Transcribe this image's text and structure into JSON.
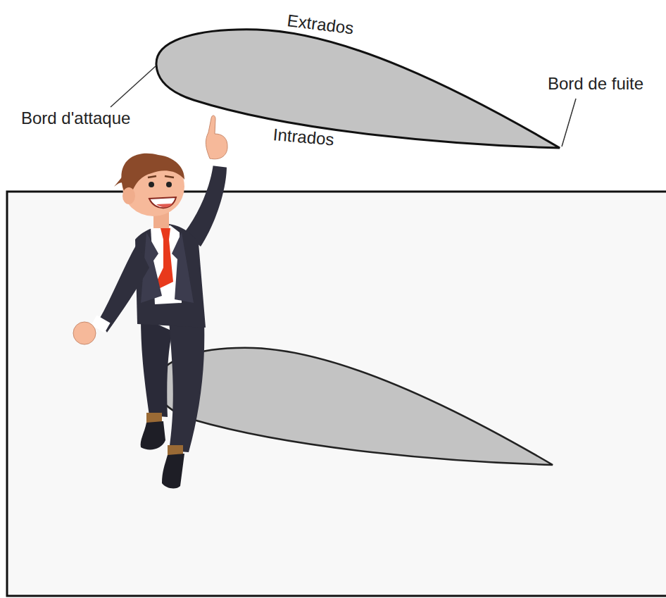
{
  "diagram": {
    "labels": [
      "Extrados",
      "Intrados",
      "Bord d'attaque",
      "Bord de fuite"
    ]
  }
}
